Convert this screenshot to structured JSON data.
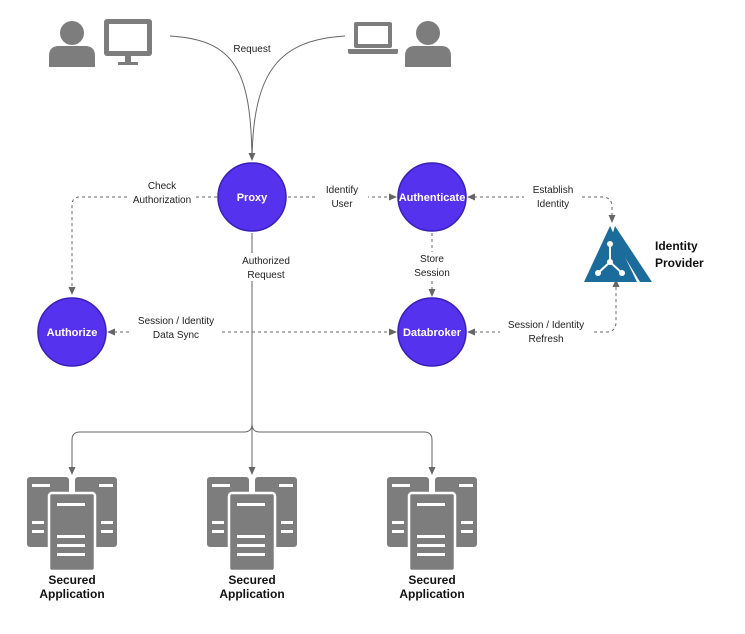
{
  "colors": {
    "node_fill": "#5533ee",
    "node_stroke": "#3a1fb8",
    "edge": "#666666",
    "icon_gray": "#7d7d7d",
    "idp_blue": "#1b6c9a",
    "background": "#ffffff"
  },
  "nodes": {
    "proxy": "Proxy",
    "authenticate": "Authenticate",
    "authorize": "Authorize",
    "databroker": "Databroker"
  },
  "identity_provider": {
    "line1": "Identity",
    "line2": "Provider"
  },
  "edge_labels": {
    "request": "Request",
    "check_authorization": [
      "Check",
      "Authorization"
    ],
    "identify_user": [
      "Identify",
      "User"
    ],
    "establish_identity": [
      "Establish",
      "Identity"
    ],
    "authorized_request": [
      "Authorized",
      "Request"
    ],
    "store_session": [
      "Store",
      "Session"
    ],
    "session_identity_data_sync": [
      "Session / Identity",
      "Data Sync"
    ],
    "session_identity_refresh": [
      "Session / Identity",
      "Refresh"
    ]
  },
  "applications": [
    {
      "line1": "Secured",
      "line2": "Application"
    },
    {
      "line1": "Secured",
      "line2": "Application"
    },
    {
      "line1": "Secured",
      "line2": "Application"
    }
  ],
  "icons": {
    "user_left": "user-icon",
    "desktop": "desktop-monitor-icon",
    "laptop": "laptop-icon",
    "user_right": "user-icon",
    "idp_logo": "identity-provider-logo-icon",
    "server": "server-stack-icon"
  }
}
